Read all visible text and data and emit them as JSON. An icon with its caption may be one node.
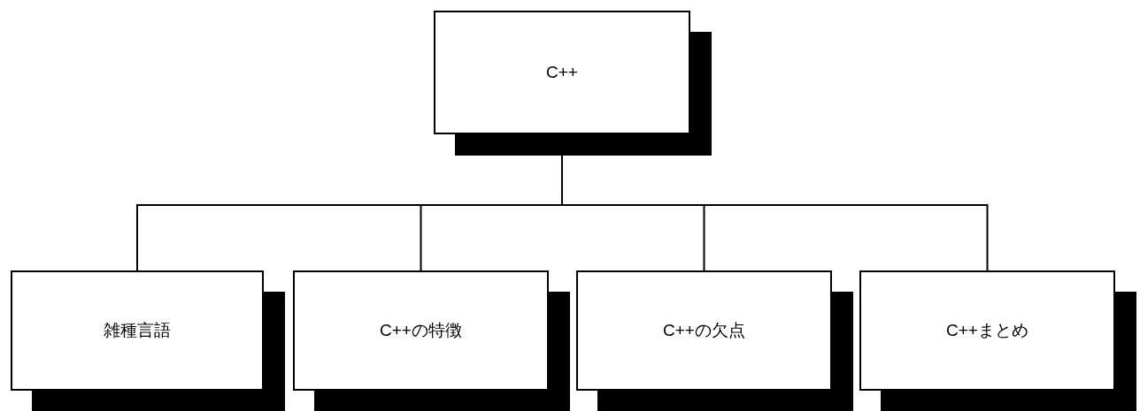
{
  "diagram": {
    "nodes": [
      {
        "text": [
          "C++"
        ]
      },
      {
        "text": [
          "雑種言語"
        ]
      },
      {
        "text": [
          "C++の特徴"
        ]
      },
      {
        "text": [
          "C++の欠点"
        ]
      },
      {
        "text": [
          "C++まとめ"
        ]
      }
    ],
    "edges": [
      {
        "from": 0,
        "to": 1,
        "arrow": "none"
      },
      {
        "from": 0,
        "to": 2,
        "arrow": "none"
      },
      {
        "from": 0,
        "to": 3,
        "arrow": "none"
      },
      {
        "from": 0,
        "to": 4,
        "arrow": "none"
      }
    ]
  }
}
